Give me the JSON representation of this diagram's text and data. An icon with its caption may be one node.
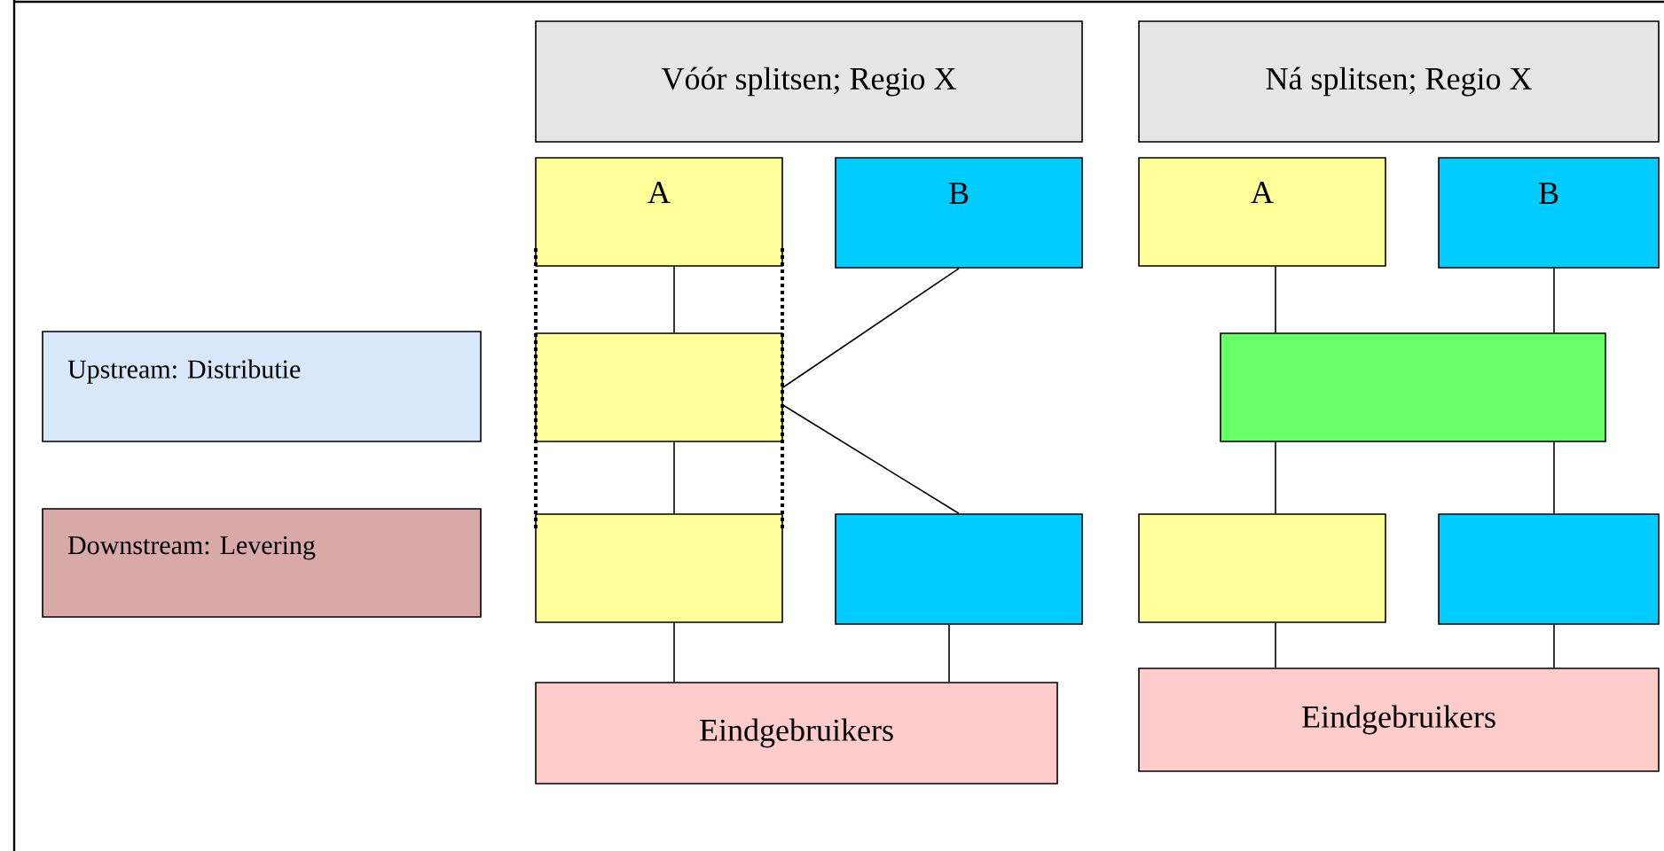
{
  "diagram": {
    "nodes": [
      {
        "text": [
          "Vóór splitsen; Regio X"
        ]
      },
      {
        "text": [
          "A"
        ]
      },
      {
        "text": [
          "B"
        ]
      },
      {
        "text": [],
        "shape": "box"
      },
      {
        "text": [],
        "shape": "box"
      },
      {
        "text": [],
        "shape": "box"
      },
      {
        "text": [
          "Eindgebruikers"
        ]
      },
      {
        "text": [
          "Ná splitsen; Regio X"
        ]
      },
      {
        "text": [
          "A"
        ]
      },
      {
        "text": [
          "B"
        ]
      },
      {
        "text": [],
        "shape": "box"
      },
      {
        "text": [],
        "shape": "box"
      },
      {
        "text": [],
        "shape": "box"
      },
      {
        "text": [
          "Eindgebruikers"
        ]
      },
      {
        "text": [
          "Upstream: Distributie"
        ]
      },
      {
        "text": [
          "Downstream: Levering"
        ]
      }
    ],
    "edges": [
      {
        "from": 1,
        "to": 3,
        "arrow": "none"
      },
      {
        "from": 3,
        "to": 4,
        "arrow": "none"
      },
      {
        "from": 4,
        "to": 6,
        "arrow": "none"
      },
      {
        "from": 2,
        "to": 3,
        "arrow": "none"
      },
      {
        "from": 3,
        "to": 5,
        "arrow": "none"
      },
      {
        "from": 5,
        "to": 6,
        "arrow": "none"
      },
      {
        "from": 8,
        "to": 10,
        "arrow": "none"
      },
      {
        "from": 9,
        "to": 10,
        "arrow": "none"
      },
      {
        "from": 10,
        "to": 11,
        "arrow": "none"
      },
      {
        "from": 10,
        "to": 12,
        "arrow": "none"
      },
      {
        "from": 11,
        "to": 13,
        "arrow": "none"
      },
      {
        "from": 12,
        "to": 13,
        "arrow": "none"
      }
    ]
  }
}
